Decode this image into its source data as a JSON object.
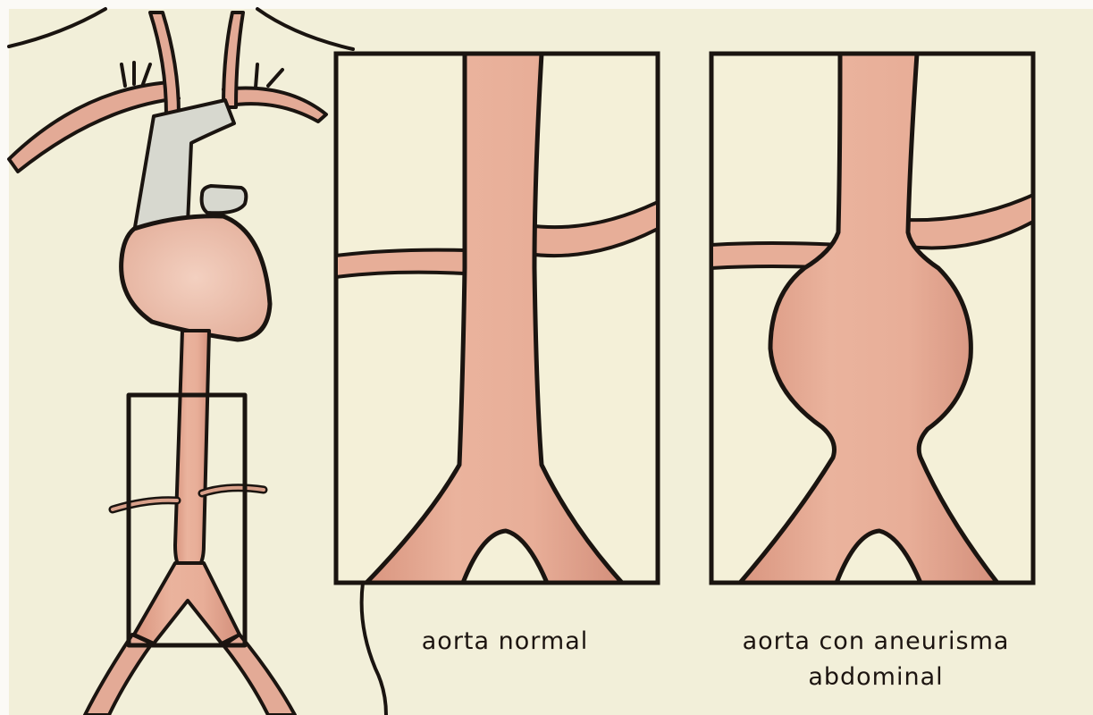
{
  "labels": {
    "normal": "aorta normal",
    "aneurysm_line1": "aorta con aneurisma",
    "aneurysm_line2": "abdominal"
  },
  "colors": {
    "background": "#f2efd9",
    "page_margin": "#fbfaf6",
    "vessel_fill": "#e7ae98",
    "vessel_shadow": "#c98a78",
    "heart_fill": "#eec4b1",
    "grey_vessels": "#d7d8cf",
    "outline": "#1a1410",
    "panel_background": "#f4f0d8",
    "text": "#1c1410"
  }
}
